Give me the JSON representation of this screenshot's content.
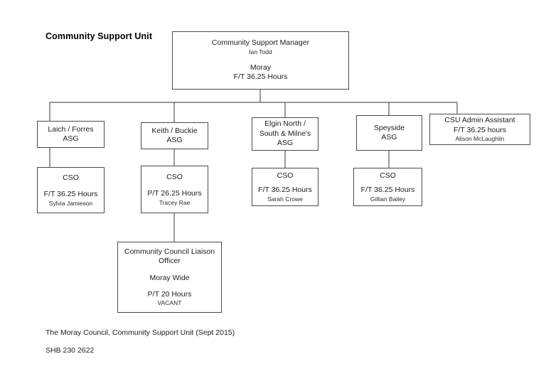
{
  "document": {
    "title": "Community Support Unit",
    "footer": [
      "The Moray Council, Community Support Unit (Sept 2015)",
      "SHB 230 2622"
    ]
  },
  "colors": {
    "background": "#ffffff",
    "box_border": "#4a4a4a",
    "connector": "#333333",
    "text": "#1c1c1c"
  },
  "nodes": {
    "manager": {
      "role": "Community Support Manager",
      "name": "Ian Todd",
      "area": "Moray",
      "hours": "F/T 36.25 Hours"
    },
    "asg_laich": {
      "title": "Laich / Forres\nASG"
    },
    "asg_keith": {
      "title": "Keith / Buckie\nASG"
    },
    "asg_elgin": {
      "title": "Elgin North /\nSouth & Milne's\nASG"
    },
    "asg_speyside": {
      "title": "Speyside\nASG"
    },
    "admin_assistant": {
      "role": "CSU Admin Assistant",
      "hours": "F/T 36.25 hours",
      "name": "Alison McLaughlin"
    },
    "cso_laich": {
      "role": "CSO",
      "hours": "F/T 36.25 Hours",
      "name": "Sylvia Jamieson"
    },
    "cso_keith": {
      "role": "CSO",
      "hours": "P/T 26.25 Hours",
      "name": "Tracey Rae"
    },
    "cso_elgin": {
      "role": "CSO",
      "hours": "F/T 36.25 Hours",
      "name": "Sarah Crowe"
    },
    "cso_speyside": {
      "role": "CSO",
      "hours": "F/T 36.25 Hours",
      "name": "Gillian Bailey"
    },
    "liaison_officer": {
      "role": "Community Council Liaison\nOfficer",
      "area": "Moray Wide",
      "hours": "P/T 20 Hours",
      "name": "VACANT"
    }
  }
}
